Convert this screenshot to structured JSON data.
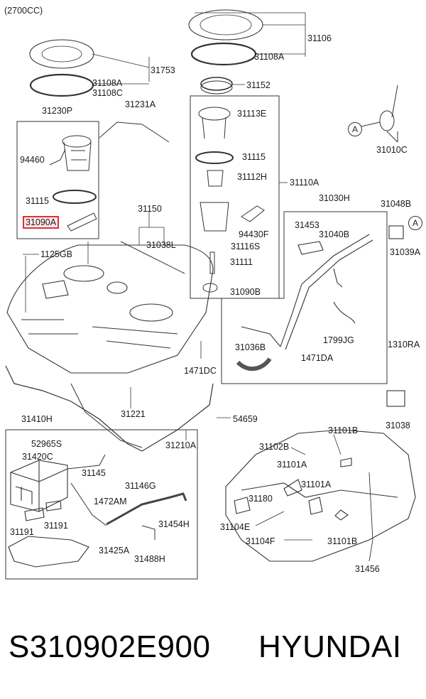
{
  "header": {
    "engine": "(2700CC)"
  },
  "parts": {
    "p31106": "31106",
    "p31108A_top": "31108A",
    "p31753": "31753",
    "p31108A_left": "31108A",
    "p31108C": "31108C",
    "p31152": "31152",
    "p31230P": "31230P",
    "p31231A": "31231A",
    "p31113E": "31113E",
    "p94460": "94460",
    "p31115_l": "31115",
    "p31115_r": "31115",
    "p31112H": "31112H",
    "p31110A": "31110A",
    "p31010C": "31010C",
    "p31090A": "31090A",
    "p31150": "31150",
    "p31030H": "31030H",
    "p31048B": "31048B",
    "p31453": "31453",
    "p31040B": "31040B",
    "p94430F": "94430F",
    "p31038L": "31038L",
    "p31116S": "31116S",
    "p1125GB": "1125GB",
    "p31111": "31111",
    "p31039A": "31039A",
    "p31090B": "31090B",
    "p1799JG": "1799JG",
    "p1310RA": "1310RA",
    "p31036B": "31036B",
    "p1471DA": "1471DA",
    "p1471DC": "1471DC",
    "p31221": "31221",
    "p54659": "54659",
    "p31038": "31038",
    "p31410H": "31410H",
    "p31210A": "31210A",
    "p31101B_top": "31101B",
    "p52965S": "52965S",
    "p31102B": "31102B",
    "p31420C": "31420C",
    "p31101A_1": "31101A",
    "p31145": "31145",
    "p31146G": "31146G",
    "p31101A_2": "31101A",
    "p31180": "31180",
    "p1472AM": "1472AM",
    "p31104E": "31104E",
    "p31454H": "31454H",
    "p31191_a": "31191",
    "p31191_b": "31191",
    "p31104F": "31104F",
    "p31101B_bot": "31101B",
    "p31425A": "31425A",
    "p31488H": "31488H",
    "p31456": "31456"
  },
  "callouts": {
    "a1": "A",
    "a2": "A"
  },
  "footer": {
    "part_number": "S310902E900",
    "brand": "HYUNDAI"
  },
  "colors": {
    "highlight_border": "#e0303a",
    "highlight_fill": "#fde6e8",
    "line": "#333333"
  }
}
